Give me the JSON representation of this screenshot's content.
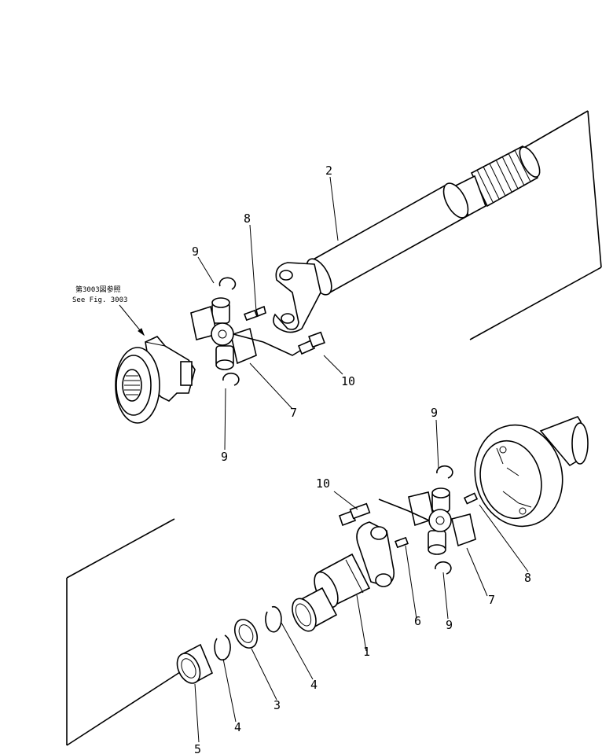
{
  "reference": {
    "line1": "第3003図参照",
    "line2": "See Fig. 3003"
  },
  "callouts": {
    "c1": "1",
    "c2": "2",
    "c3": "3",
    "c4a": "4",
    "c4b": "4",
    "c5": "5",
    "c6": "6",
    "c7a": "7",
    "c7b": "7",
    "c8a": "8",
    "c8b": "8",
    "c9a": "9",
    "c9b": "9",
    "c9c": "9",
    "c9d": "9",
    "c10a": "10",
    "c10b": "10"
  }
}
